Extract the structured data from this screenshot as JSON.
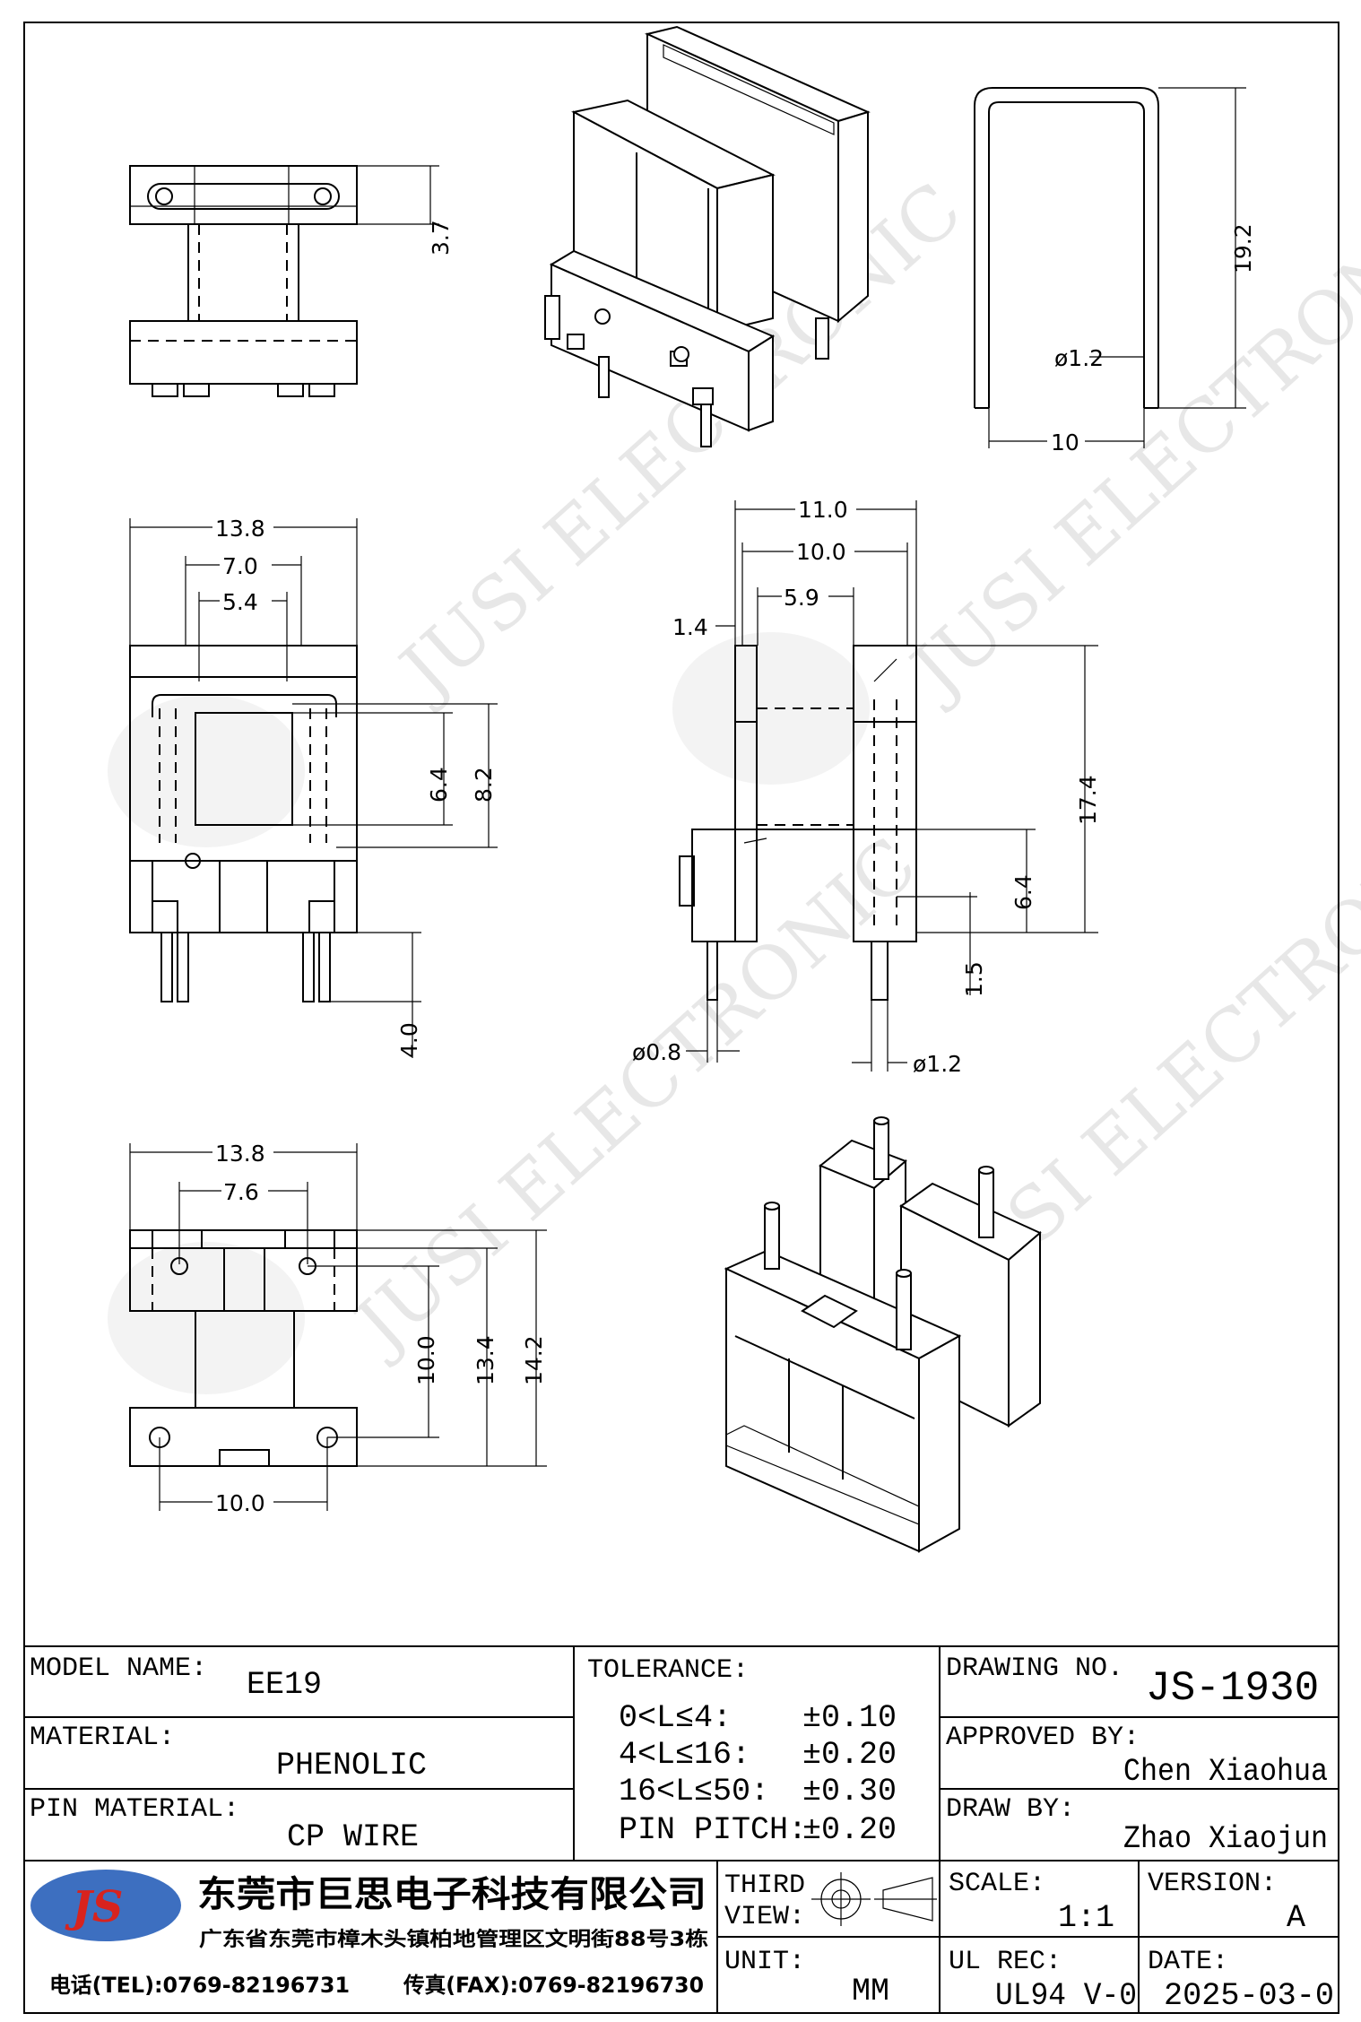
{
  "dimensions": {
    "d_3_7": "3.7",
    "d_19_2": "19.2",
    "d_phi_1_2_top": "ø1.2",
    "d_10_pin": "10",
    "d_13_8_a": "13.8",
    "d_7_0": "7.0",
    "d_5_4": "5.4",
    "d_6_4_a": "6.4",
    "d_8_2": "8.2",
    "d_4_0": "4.0",
    "d_11_0": "11.0",
    "d_10_0_side": "10.0",
    "d_5_9": "5.9",
    "d_1_4": "1.4",
    "d_17_4": "17.4",
    "d_6_4_b": "6.4",
    "d_1_5": "1.5",
    "d_phi_0_8": "ø0.8",
    "d_phi_1_2_side": "ø1.2",
    "d_13_8_b": "13.8",
    "d_7_6": "7.6",
    "d_10_0_v": "10.0",
    "d_13_4": "13.4",
    "d_14_2": "14.2",
    "d_10_0_bottom": "10.0"
  },
  "watermark": {
    "text": "JUSI ELECTRONIC",
    "logo": "JS"
  },
  "title_block": {
    "model_label": "MODEL NAME:",
    "model_value": "EE19",
    "material_label": "MATERIAL:",
    "material_value": "PHENOLIC",
    "pin_material_label": "PIN MATERIAL:",
    "pin_material_value": "CP WIRE",
    "tolerance_label": "TOLERANCE:",
    "tolerances": [
      {
        "range": "0<L≤4:",
        "value": "±0.10"
      },
      {
        "range": "4<L≤16:",
        "value": "±0.20"
      },
      {
        "range": "16<L≤50:",
        "value": "±0.30"
      },
      {
        "range": "PIN PITCH:",
        "value": "±0.20"
      }
    ],
    "drawing_no_label": "DRAWING NO.",
    "drawing_no_value": "JS-1930",
    "approved_label": "APPROVED BY:",
    "approved_value": "Chen Xiaohua",
    "draw_label": "DRAW BY:",
    "draw_value": "Zhao Xiaojun",
    "company_logo": "JS",
    "company_name": "东莞市巨思电子科技有限公司",
    "company_address": "广东省东莞市樟木头镇柏地管理区文明街88号3栋",
    "company_tel": "电话(TEL):0769-82196731",
    "company_fax": "传真(FAX):0769-82196730",
    "third_view_label_1": "THIRD",
    "third_view_label_2": "VIEW:",
    "unit_label": "UNIT:",
    "unit_value": "MM",
    "scale_label": "SCALE:",
    "scale_value": "1:1",
    "version_label": "VERSION:",
    "version_value": "A",
    "ul_label": "UL REC:",
    "ul_value": "UL94 V-0",
    "date_label": "DATE:",
    "date_value": "2025-03-0"
  },
  "colors": {
    "logo_blue": "#3d6fc0",
    "logo_red": "#d8231e"
  }
}
